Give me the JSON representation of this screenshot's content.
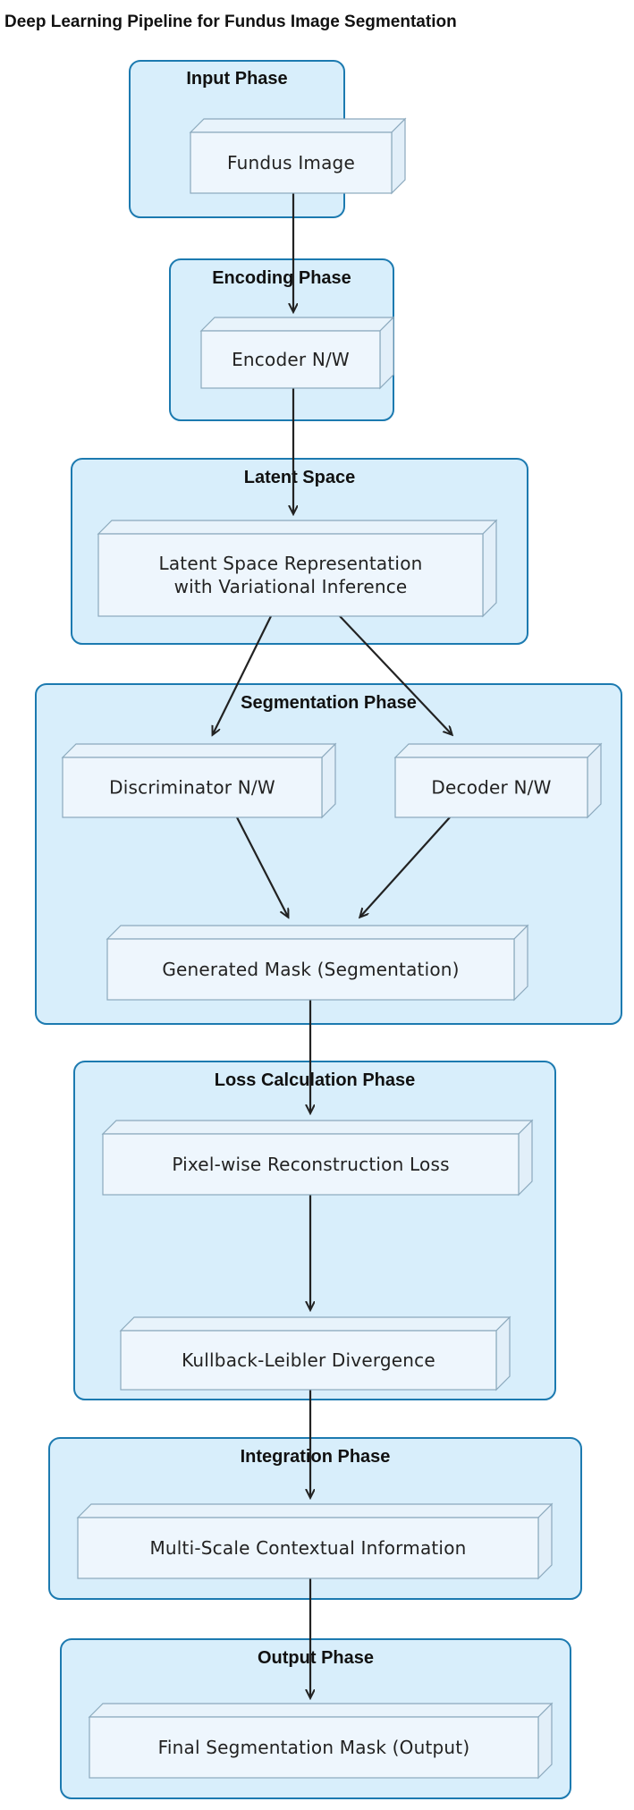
{
  "title": "Deep Learning Pipeline for Fundus Image Segmentation",
  "phases": {
    "input": "Input Phase",
    "encoding": "Encoding Phase",
    "latent": "Latent Space",
    "segmentation": "Segmentation Phase",
    "loss": "Loss Calculation Phase",
    "integration": "Integration Phase",
    "output": "Output Phase"
  },
  "nodes": {
    "fundus_image": [
      "Fundus Image"
    ],
    "encoder": [
      "Encoder N/W"
    ],
    "latent_representation": [
      "Latent Space Representation",
      "with Variational Inference"
    ],
    "discriminator": [
      "Discriminator N/W"
    ],
    "decoder": [
      "Decoder N/W"
    ],
    "generated_mask": [
      "Generated Mask (Segmentation)"
    ],
    "reconstruction_loss": [
      "Pixel-wise Reconstruction Loss"
    ],
    "kl_divergence": [
      "Kullback-Leibler Divergence"
    ],
    "multiscale_context": [
      "Multi-Scale Contextual Information"
    ],
    "final_mask": [
      "Final Segmentation Mask (Output)"
    ]
  },
  "edges": [
    [
      "fundus_image",
      "encoder"
    ],
    [
      "encoder",
      "latent_representation"
    ],
    [
      "latent_representation",
      "discriminator"
    ],
    [
      "latent_representation",
      "decoder"
    ],
    [
      "discriminator",
      "generated_mask"
    ],
    [
      "decoder",
      "generated_mask"
    ],
    [
      "generated_mask",
      "reconstruction_loss"
    ],
    [
      "reconstruction_loss",
      "kl_divergence"
    ],
    [
      "kl_divergence",
      "multiscale_context"
    ],
    [
      "multiscale_context",
      "final_mask"
    ]
  ]
}
